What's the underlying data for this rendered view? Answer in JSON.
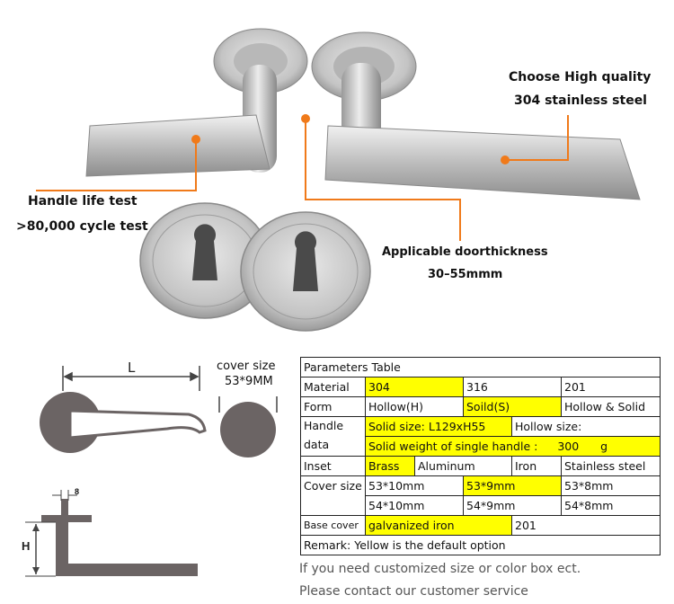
{
  "callouts": {
    "quality_line1": "Choose High quality",
    "quality_line2": "304 stainless steel",
    "life_line1": "Handle life test",
    "life_line2": ">80,000 cycle test",
    "door_line1": "Applicable doorthickness",
    "door_line2": "30–55mmm"
  },
  "diagram": {
    "length_label": "L",
    "cover_size_label": "cover size",
    "cover_size_value": "53*9MM",
    "thickness_label": "8",
    "height_label": "H"
  },
  "table": {
    "title": "Parameters Table",
    "material": {
      "label": "Material",
      "options": [
        "304",
        "316",
        "201"
      ]
    },
    "form": {
      "label": "Form",
      "options": [
        "Hollow(H)",
        "Soild(S)",
        "Hollow & Solid"
      ]
    },
    "handle_data": {
      "label_line1": "Handle",
      "label_line2": "data",
      "solid_size": "Solid size: L129xH55",
      "hollow_size": "Hollow size:",
      "solid_weight_label": "Solid weight of single handle :",
      "solid_weight_value": "300",
      "solid_weight_unit": "g"
    },
    "inset": {
      "label": "Inset",
      "options": [
        "Brass",
        "Aluminum",
        "Iron",
        "Stainless steel"
      ]
    },
    "cover_size": {
      "label": "Cover size",
      "row1": [
        "53*10mm",
        "53*9mm",
        "53*8mm"
      ],
      "row2": [
        "54*10mm",
        "54*9mm",
        "54*8mm"
      ]
    },
    "base_cover": {
      "label": "Base cover",
      "options": [
        "galvanized iron",
        "201"
      ]
    },
    "remark": "Remark: Yellow is the default option"
  },
  "footer": {
    "line1": "If you need customized size or color box ect.",
    "line2": "Please contact our customer service"
  },
  "colors": {
    "highlight": "#ffff00",
    "callout_orange": "#f07a1a",
    "diagram_gray": "#6b6464"
  }
}
